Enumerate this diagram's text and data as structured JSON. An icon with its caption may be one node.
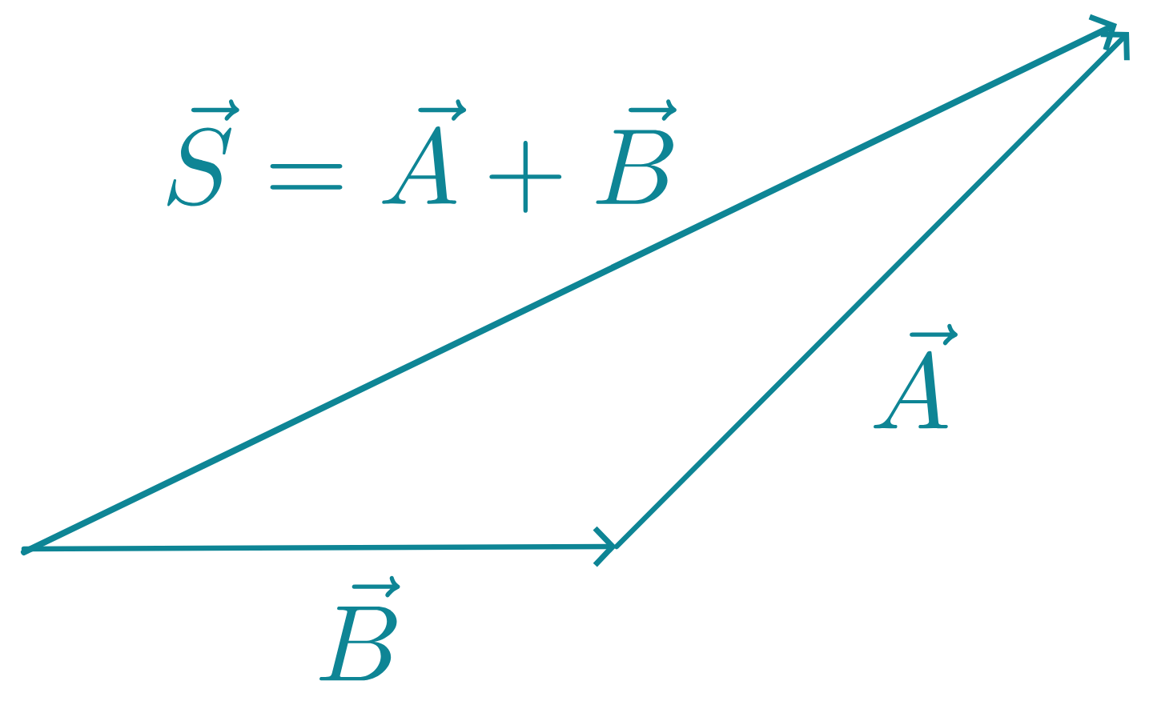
{
  "diagram": {
    "labels": [
      "\\vec{S} = \\vec{A} + \\vec{B}",
      "\\vec{A}",
      "\\vec{B}"
    ]
  }
}
